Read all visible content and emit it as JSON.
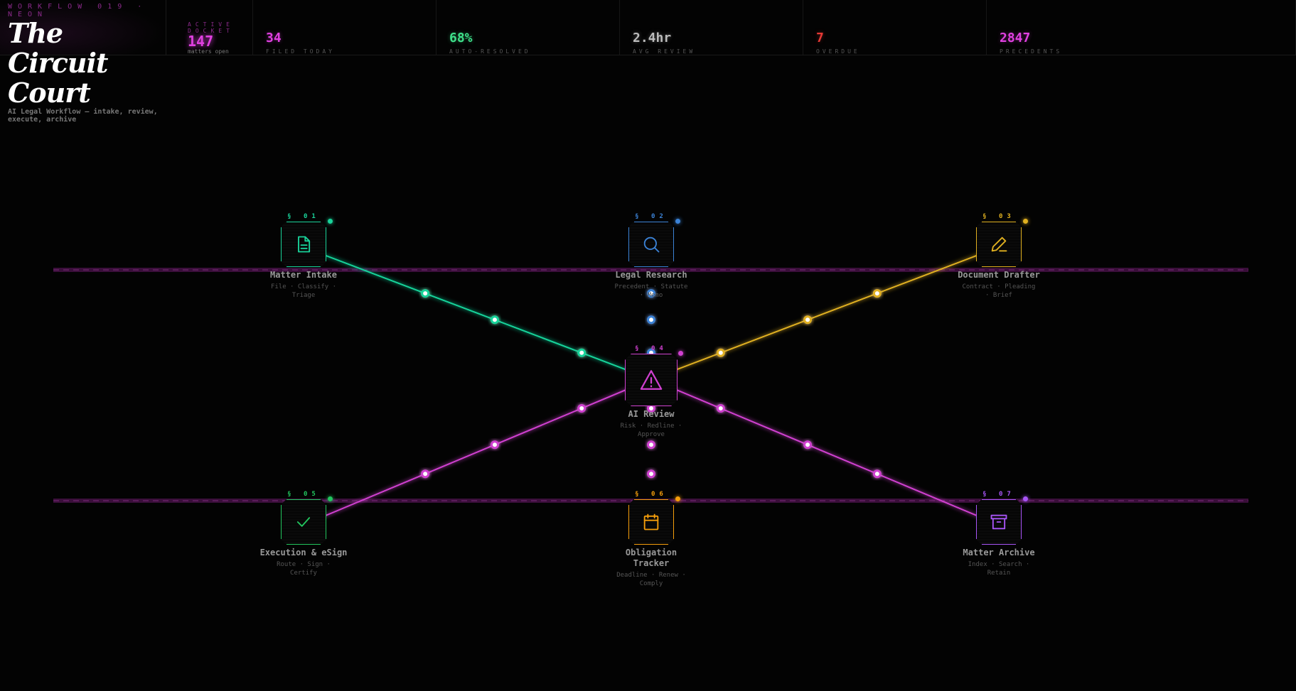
{
  "header": {
    "eyebrow": "WORKFLOW 019 · NEON",
    "title": "The Circuit Court",
    "subtitle": "AI Legal Workflow — intake, review, execute, archive",
    "docket": {
      "label": "ACTIVE DOCKET",
      "value": "147",
      "sub": "matters open"
    },
    "stats": [
      {
        "value": "34",
        "label": "FILED TODAY",
        "color": "#e040e0"
      },
      {
        "value": "68%",
        "label": "AUTO-RESOLVED",
        "color": "#3ee08a"
      },
      {
        "value": "2.4hr",
        "label": "AVG REVIEW",
        "color": "#bbbbbb"
      },
      {
        "value": "7",
        "label": "OVERDUE",
        "color": "#e53935"
      },
      {
        "value": "2847",
        "label": "PRECEDENTS",
        "color": "#e040e0"
      }
    ]
  },
  "nodes": [
    {
      "section": "§ 01",
      "name": "Matter Intake",
      "desc": "File · Classify · Triage",
      "icon": "document-icon",
      "color": "#19d39a"
    },
    {
      "section": "§ 02",
      "name": "Legal Research",
      "desc": "Precedent · Statute · Memo",
      "icon": "search-icon",
      "color": "#3b82d6"
    },
    {
      "section": "§ 03",
      "name": "Document Drafter",
      "desc": "Contract · Pleading · Brief",
      "icon": "pencil-icon",
      "color": "#e0b020"
    },
    {
      "section": "§ 04",
      "name": "AI Review",
      "desc": "Risk · Redline · Approve",
      "icon": "warning-icon",
      "color": "#d040d0"
    },
    {
      "section": "§ 05",
      "name": "Execution & eSign",
      "desc": "Route · Sign · Certify",
      "icon": "check-icon",
      "color": "#22c55e"
    },
    {
      "section": "§ 06",
      "name": "Obligation Tracker",
      "desc": "Deadline · Renew · Comply",
      "icon": "calendar-icon",
      "color": "#f59e0b"
    },
    {
      "section": "§ 07",
      "name": "Matter Archive",
      "desc": "Index · Search · Retain",
      "icon": "archive-icon",
      "color": "#a855f7"
    }
  ]
}
